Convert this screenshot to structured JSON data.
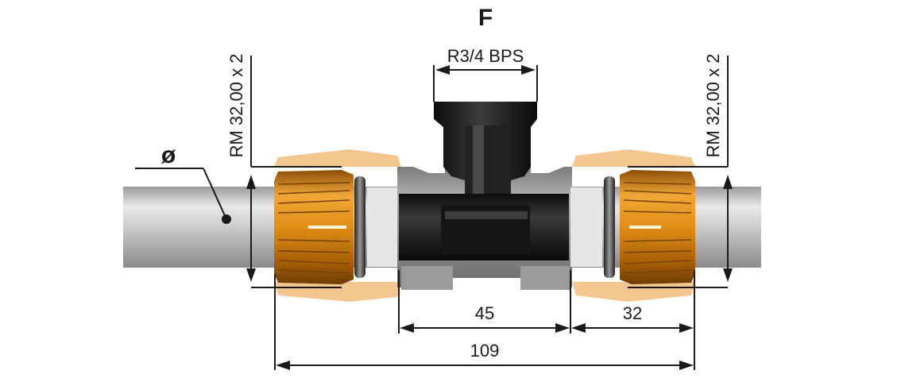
{
  "drawing": {
    "title": "F",
    "thread_label": "R3/4 BPS",
    "pipe_left_label": "RM 32,00 x 2",
    "pipe_right_label": "RM 32,00 x 2",
    "diameter_symbol": "ø",
    "dim_body": "45",
    "dim_nut": "32",
    "dim_total": "109",
    "colors": {
      "pipe": "#c9c9c9",
      "nut": "#e79a1c",
      "nut_shadow": "#f2c68e",
      "body": "#8e8e8e",
      "insert": "#1c1c1c"
    }
  }
}
